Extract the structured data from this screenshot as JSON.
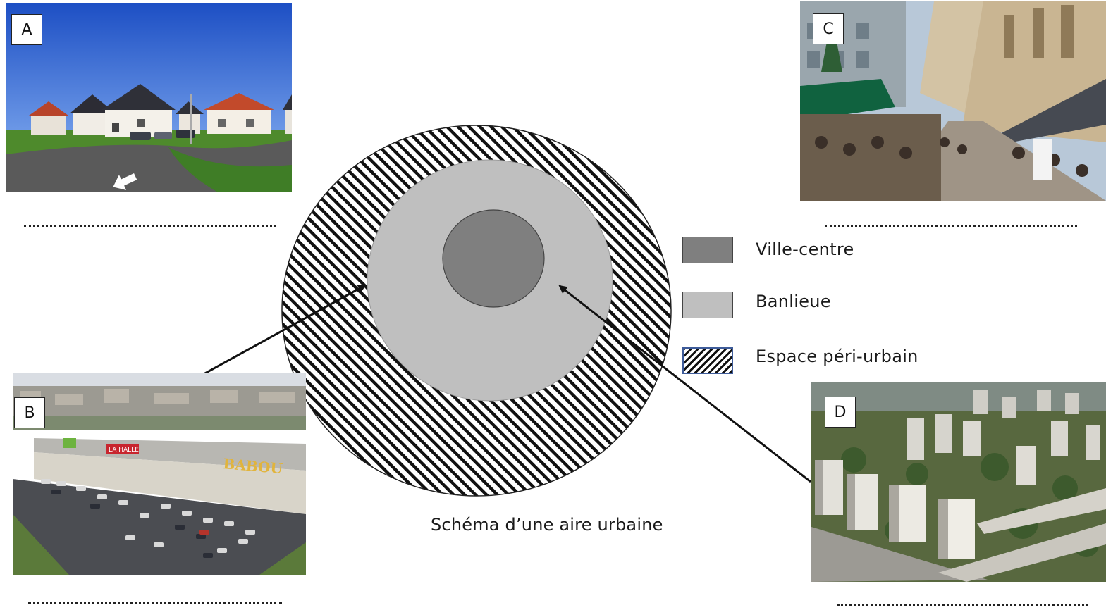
{
  "photos": {
    "a": {
      "label": "A",
      "answer_line": "......................................................"
    },
    "b": {
      "label": "B",
      "answer_line": "......................................................"
    },
    "c": {
      "label": "C",
      "answer_line": "......................................................"
    },
    "d": {
      "label": "D",
      "answer_line": "......................................................"
    }
  },
  "photo_text": {
    "store_sign_1": "LA HALLE",
    "store_sign_2": "BABOU"
  },
  "legend": {
    "items": [
      {
        "label": "Ville-centre",
        "color": "#7f7f7f",
        "pattern": "solid"
      },
      {
        "label": "Banlieue",
        "color": "#bfbfbf",
        "pattern": "solid"
      },
      {
        "label": "Espace péri-urbain",
        "color": "#ffffff",
        "pattern": "hatched"
      }
    ]
  },
  "diagram": {
    "caption": "Schéma d’une aire urbaine",
    "colors": {
      "outer_ring": "hatched",
      "middle": "#bfbfbf",
      "center": "#7f7f7f"
    }
  }
}
